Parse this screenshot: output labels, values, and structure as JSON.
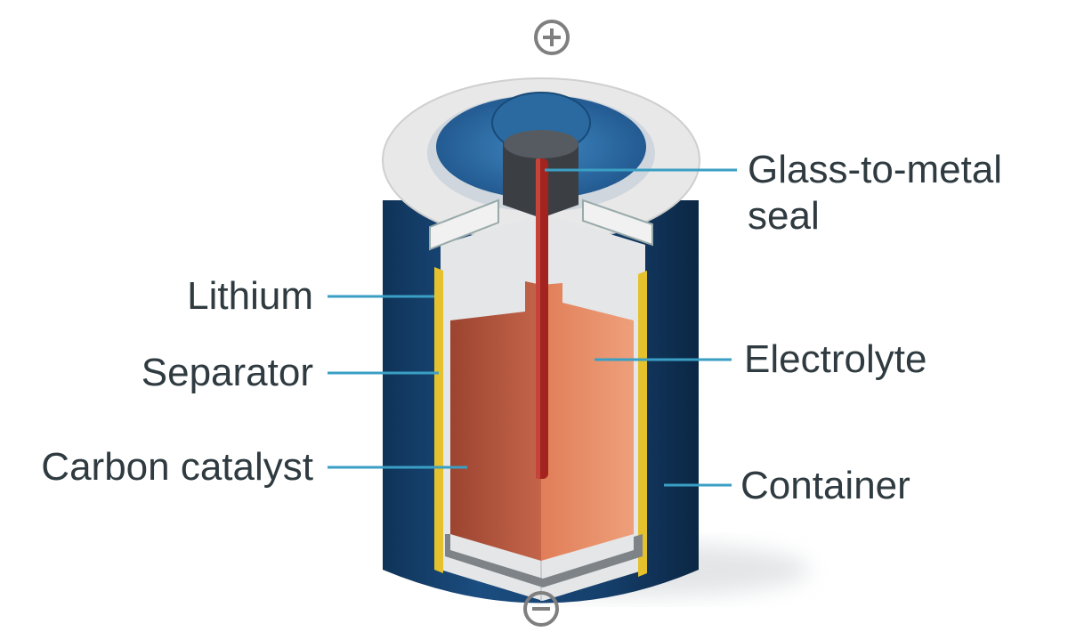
{
  "terminals": {
    "positive": "+",
    "negative": "−"
  },
  "labels": {
    "glass_to_metal_seal": "Glass-to-metal\nseal",
    "lithium": "Lithium",
    "separator": "Separator",
    "carbon_catalyst": "Carbon catalyst",
    "electrolyte": "Electrolyte",
    "container": "Container"
  },
  "colors": {
    "leader_line": "#3a9fc4",
    "label_text": "#2f3b40",
    "container": "#123e6b",
    "lid": "#e9e9e9",
    "cap_blue": "#2a6aa0",
    "separator": "#e4c12d",
    "catalyst": "#b8583e",
    "electrolyte": "#e58d65",
    "rod": "#a3241f",
    "terminal_icon": "#7f7f7f"
  }
}
